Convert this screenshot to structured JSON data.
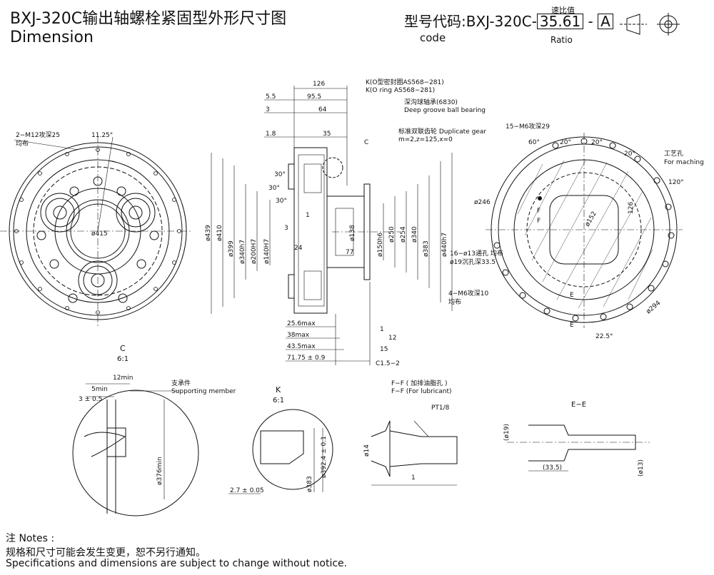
{
  "header": {
    "title_cn": "BXJ-320C输出轴螺栓紧固型外形尺寸图",
    "title_en": "Dimension",
    "code_label": "型号代码:BXJ-320C-",
    "code_sub": "code",
    "ratio_cn": "速比值",
    "ratio_value": "35.61",
    "ratio_en": "Ratio",
    "dash": "-",
    "variant": "A"
  },
  "front_view": {
    "tap_note": "2−M12攻深25",
    "tap_note2": "均布",
    "angle": "11.25°",
    "pcd": "ø415"
  },
  "section": {
    "dims_top": [
      "126",
      "5.5",
      "95.5",
      "3",
      "64",
      "1.8",
      "35"
    ],
    "oring_cn": "K(O型密封圈AS568−281)",
    "oring_en": "K(O ring AS568−281)",
    "bearing_cn": "深沟球轴承(6830)",
    "bearing_en": "Deep groove ball bearing",
    "gear_cn": "标准双联齿轮 Duplicate gear",
    "gear_param": "m=2,z=125,x=0",
    "c_mark": "C",
    "angles": [
      "30°",
      "30°",
      "30°"
    ],
    "left_dims": [
      "ø439",
      "ø410",
      "ø399",
      "ø340h7",
      "ø200H7",
      "ø140H7"
    ],
    "right_dims": [
      "ø138",
      "ø150h6",
      "ø250",
      "ø254",
      "ø340",
      "ø383",
      "ø440h7"
    ],
    "mid_dims": [
      "1",
      "3",
      "24",
      "77"
    ],
    "bottom_dims": [
      "25.6max",
      "38max",
      "43.5max",
      "71.75 ± 0.9",
      "1",
      "12",
      "15",
      "C1.5−2"
    ]
  },
  "rear_view": {
    "tap_note": "15−M6攻深29",
    "angles": [
      "60°",
      "20°",
      "20°",
      "20°",
      "120°",
      "22.5°"
    ],
    "hole_label_cn": "工艺孔",
    "hole_label_en": "For maching",
    "dims": [
      "ø246",
      "ø152",
      "126",
      "ø294"
    ],
    "thru_note": "16−ø13通孔 均布",
    "thru_note2": "ø19沉孔深33.5",
    "tap2_note": "4−M6攻深10",
    "tap2_note2": "均布",
    "markers": [
      "F",
      "F",
      "E",
      "E"
    ]
  },
  "detail_c": {
    "label": "C",
    "scale": "6:1",
    "dims": [
      "12min",
      "5min",
      "3 ± 0.5",
      "ø376min"
    ],
    "support_cn": "支承件",
    "support_en": "Supporting member"
  },
  "detail_k": {
    "label": "K",
    "scale": "6:1",
    "dims": [
      "ø392.4 ± 0.1",
      "ø383",
      "2.7 ± 0.05"
    ]
  },
  "detail_f": {
    "title_cn": "F−F ( 加排油脂孔 )",
    "title_en": "F−F (For lubricant)",
    "dims": [
      "PT1/8",
      "ø14",
      "1"
    ]
  },
  "detail_e": {
    "title": "E−E",
    "dims": [
      "(ø19)",
      "(33.5)",
      "(ø13)"
    ]
  },
  "notes": {
    "heading": "注 Notes :",
    "line_cn": "规格和尺寸可能会发生变更，恕不另行通知。",
    "line_en": "Specifications and dimensions are subject to change without notice."
  }
}
